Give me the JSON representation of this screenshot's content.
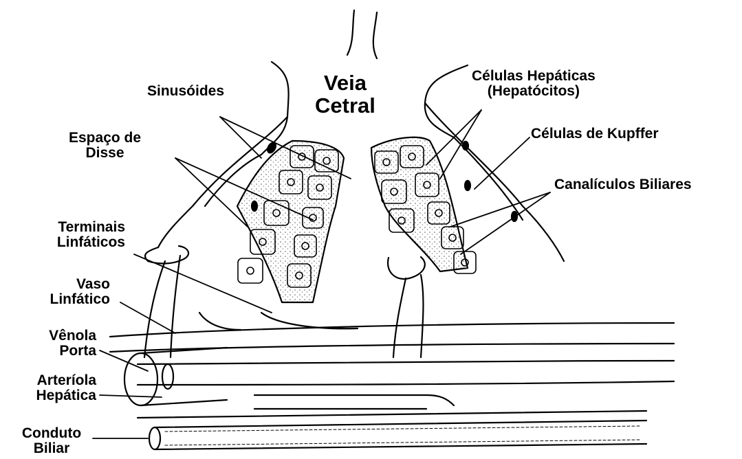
{
  "labels": {
    "central_vein": [
      "Veia",
      "Cetral"
    ],
    "sinusoids": "Sinusóides",
    "space_of_disse": [
      "Espaço de",
      "Disse"
    ],
    "hepatic_cells": [
      "Células Hepáticas",
      "(Hepatócitos)"
    ],
    "kupffer_cells": "Células de Kupffer",
    "bile_canaliculi": "Canalículos Biliares",
    "lymphatic_terminals": [
      "Terminais",
      "Linfáticos"
    ],
    "lymphatic_vessel": [
      "Vaso",
      "Linfático"
    ],
    "portal_venule": [
      "Vênola",
      "Porta"
    ],
    "hepatic_arteriole": [
      "Arteríola",
      "Hepática"
    ],
    "bile_duct": [
      "Conduto",
      "Biliar"
    ]
  },
  "colors": {
    "ink": "#000000",
    "background": "#ffffff",
    "stipple": "#555555"
  }
}
